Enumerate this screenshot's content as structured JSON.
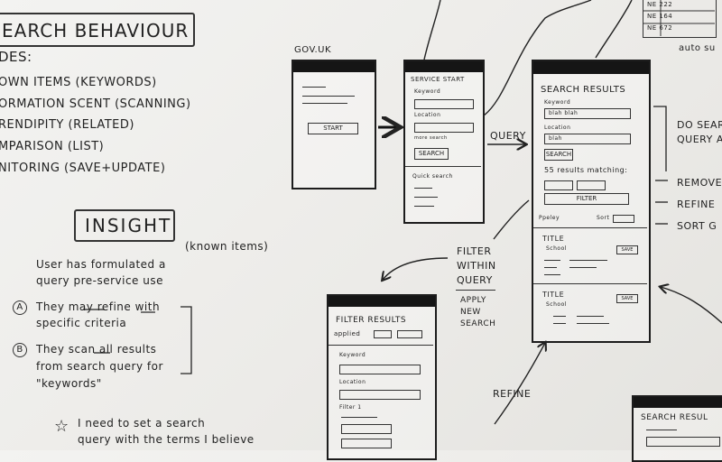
{
  "header": {
    "title": "EARCH BEHAVIOUR",
    "modes_label": "DES:"
  },
  "modes": [
    "OWN ITEMS (KEYWORDS)",
    "ORMATION SCENT (SCANNING)",
    "RENDIPITY (RELATED)",
    "MPARISON (LIST)",
    "NITORING (SAVE+UPDATE)"
  ],
  "insight": {
    "label": "INSIGHT",
    "note": "(known items)",
    "lead_1": "User has formulated a",
    "lead_2": "query pre-service use",
    "a_marker": "A",
    "a_1": "They may refine with",
    "a_2": "specific criteria",
    "b_marker": "B",
    "b_1": "They scan all results",
    "b_2": "from search query for",
    "b_3": "\"keywords\"",
    "star_1": "I need to set a search",
    "star_2": "query with the terms I believe"
  },
  "top_right": {
    "items": [
      "NE 222",
      "NE 164",
      "NE 672"
    ],
    "caption": "auto su"
  },
  "gov_phone": {
    "title": "GOV.UK",
    "start": "START"
  },
  "service_phone": {
    "title": "SERVICE START",
    "keyword": "Keyword",
    "location": "Location",
    "more": "more search",
    "search_btn": "SEARCH",
    "quick": "Quick search"
  },
  "results_phone": {
    "title": "SEARCH RESULTS",
    "keyword_label": "Keyword",
    "keyword_value": "blah blah",
    "location_label": "Location",
    "location_value": "blah",
    "search_btn": "SEARCH",
    "count": "55 results matching:",
    "filter_btn": "FILTER",
    "relevancy": "Ppeley",
    "sort": "Sort",
    "card1_title": "TITLE",
    "card1_sub": "School",
    "card1_btn": "SAVE",
    "card2_title": "TITLE",
    "card2_sub": "School",
    "card2_btn": "SAVE"
  },
  "filter_phone": {
    "title": "FILTER RESULTS",
    "applied": "applied",
    "keyword": "Keyword",
    "location": "Location",
    "criteria": "Filter 1"
  },
  "bottom_phone": {
    "title": "SEARCH RESUL"
  },
  "flow": {
    "query": "QUERY",
    "filter_1": "FILTER",
    "filter_2": "WITHIN",
    "filter_3": "QUERY",
    "apply_1": "APPLY",
    "apply_2": "NEW",
    "apply_3": "SEARCH",
    "refine": "REFINE"
  },
  "right_notes": [
    "DO SEAR",
    "QUERY A",
    "REMOVE",
    "REFINE",
    "SORT G"
  ]
}
